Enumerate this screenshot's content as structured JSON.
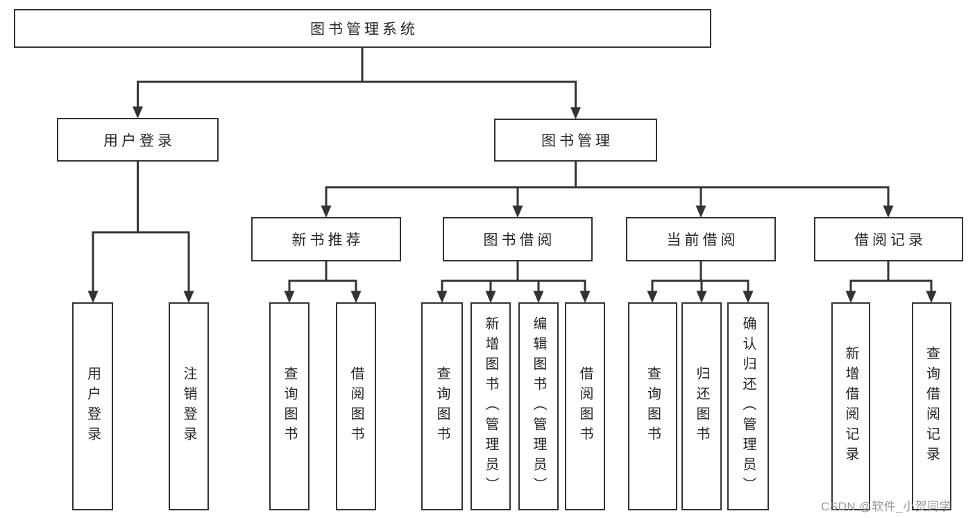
{
  "diagram": {
    "root": {
      "label": "图书管理系统"
    },
    "user_login_branch": {
      "label": "用户登录",
      "children": [
        {
          "label": "用户登录"
        },
        {
          "label": "注销登录"
        }
      ]
    },
    "book_mgmt_branch": {
      "label": "图书管理",
      "children": [
        {
          "label": "新书推荐",
          "children": [
            {
              "label": "查询图书"
            },
            {
              "label": "借阅图书"
            }
          ]
        },
        {
          "label": "图书借阅",
          "children": [
            {
              "label": "查询图书"
            },
            {
              "label": "新增图书（管理员）"
            },
            {
              "label": "编辑图书（管理员）"
            },
            {
              "label": "借阅图书"
            }
          ]
        },
        {
          "label": "当前借阅",
          "children": [
            {
              "label": "查询图书"
            },
            {
              "label": "归还图书"
            },
            {
              "label": "确认归还（管理员）"
            }
          ]
        },
        {
          "label": "借阅记录",
          "children": [
            {
              "label": "新增借阅记录"
            },
            {
              "label": "查询借阅记录"
            }
          ]
        }
      ]
    }
  },
  "watermark": {
    "text": "CSDN @软件_小贺同学"
  },
  "colors": {
    "line": "#333333",
    "box_border": "#333333",
    "box_fill": "#ffffff",
    "text": "#262626",
    "watermark": "#949494",
    "background": "#ffffff"
  }
}
